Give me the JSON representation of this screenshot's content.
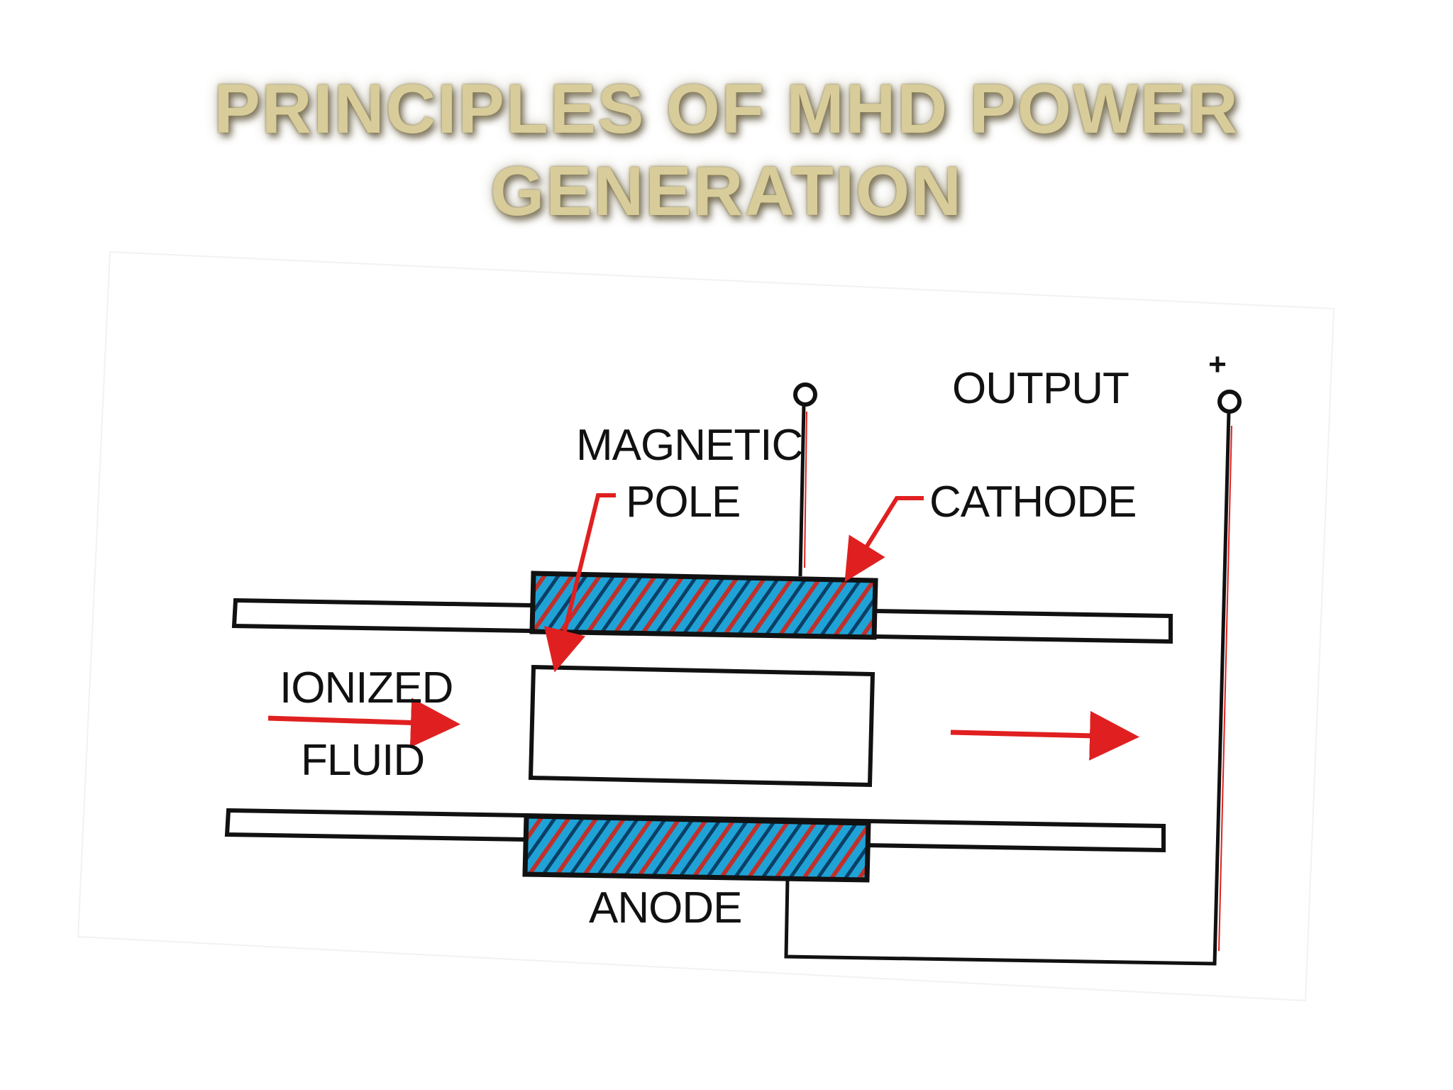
{
  "slide": {
    "title_line1": "PRINCIPLES OF MHD POWER",
    "title_line2": "GENERATION"
  },
  "diagram": {
    "label_magnetic_line1": "MAGNETIC",
    "label_magnetic_line2": "POLE",
    "label_output": "OUTPUT",
    "label_cathode": "CATHODE",
    "label_ionized_line1": "IONIZED",
    "label_ionized_line2": "FLUID",
    "label_anode": "ANODE",
    "terminal_positive_sign": "+",
    "colors": {
      "arrow": "#e02020",
      "electrode_fill": "#1fa3d6",
      "electrode_hatch": "#c0302a",
      "lines": "#111111"
    }
  }
}
